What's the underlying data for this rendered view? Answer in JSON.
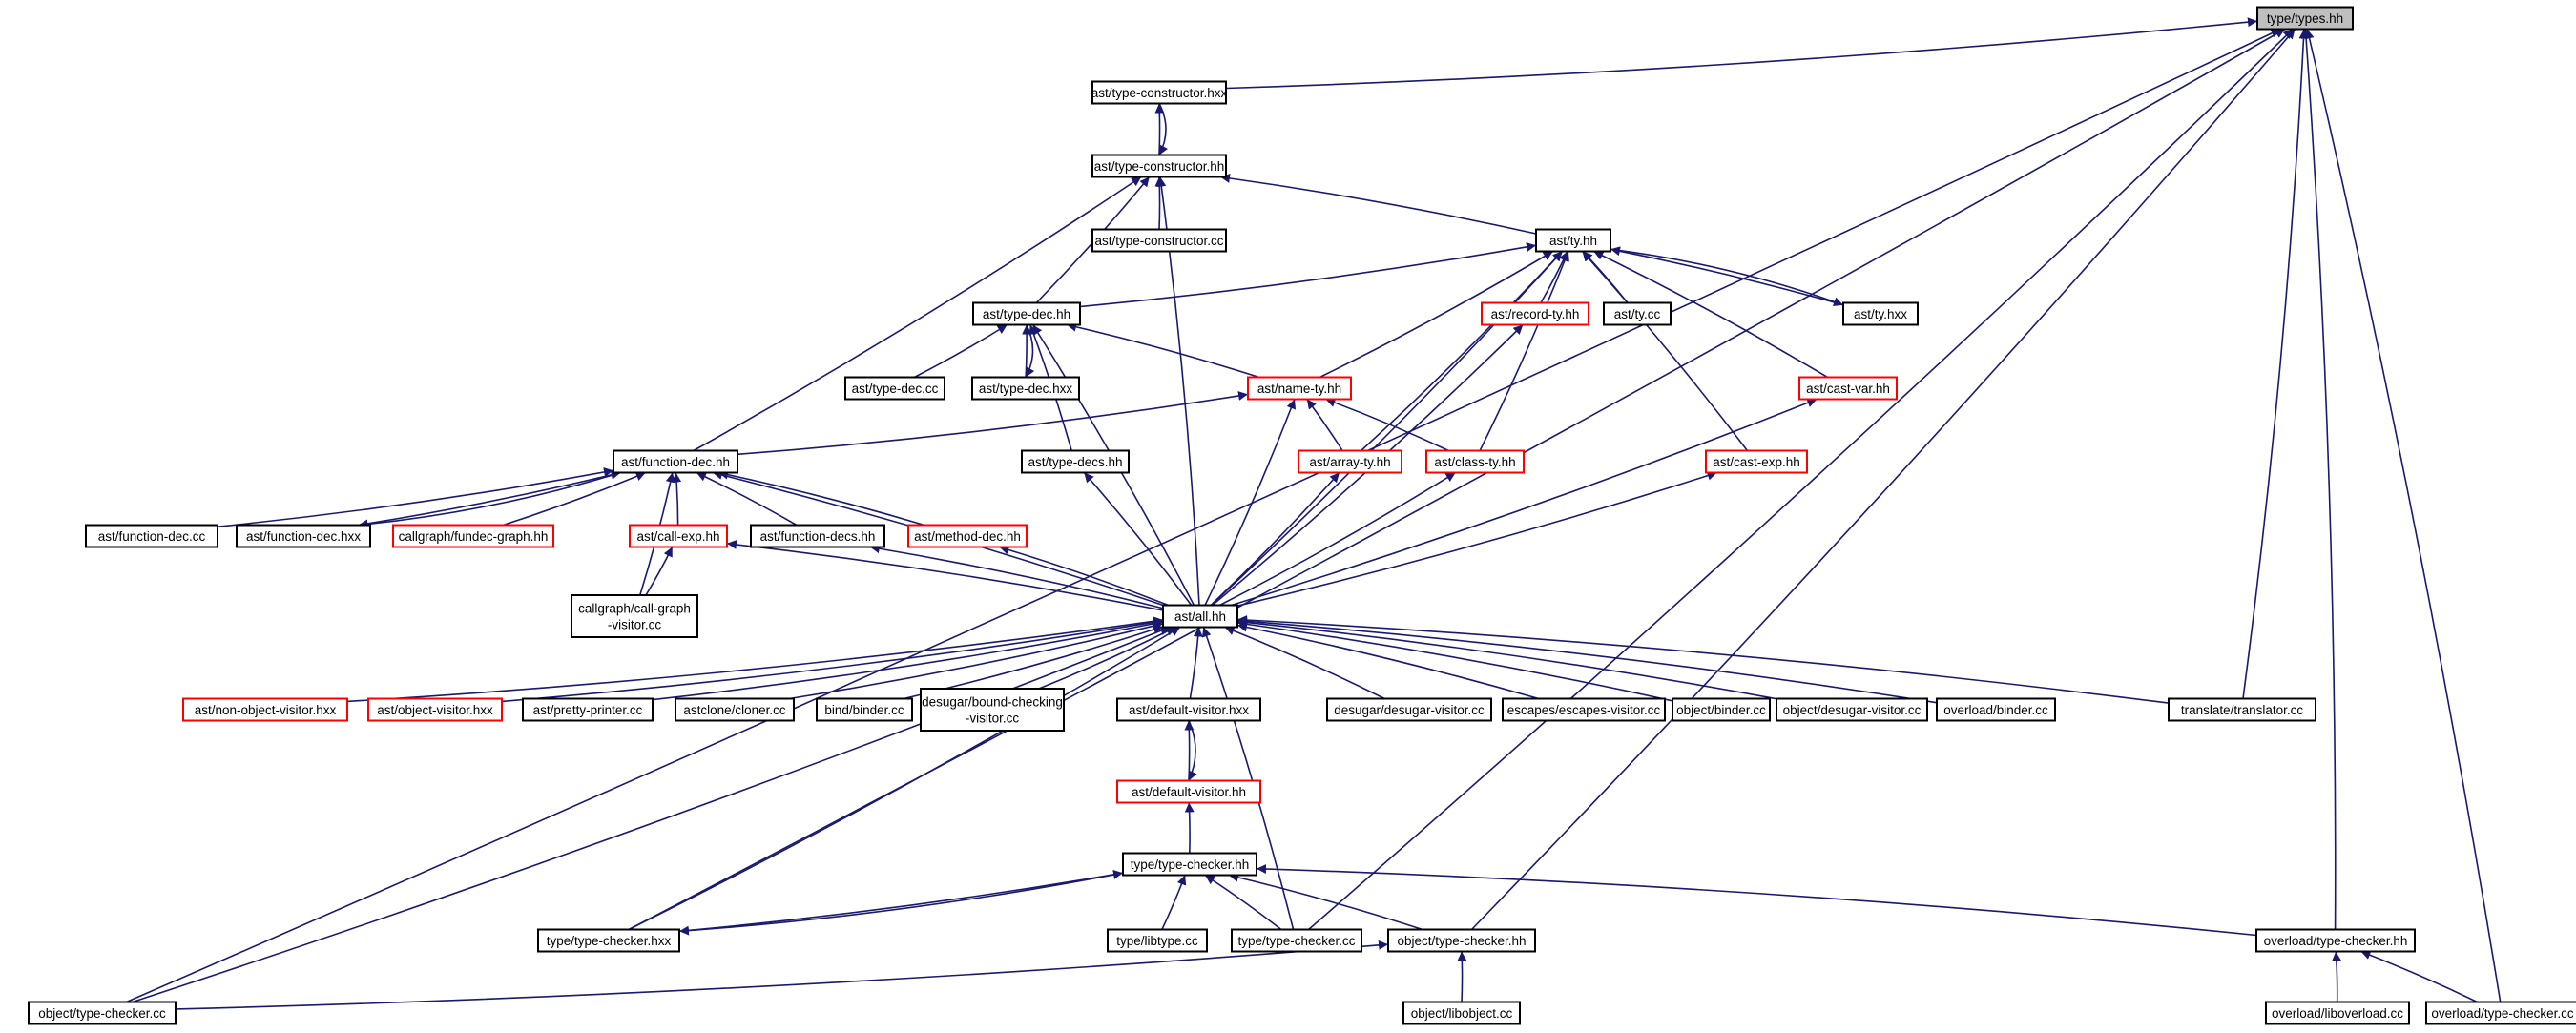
{
  "colors": {
    "edge": "#191970",
    "node_border": "#000000",
    "incomplete_border": "#ff0000",
    "root_fill": "#bfbfbf"
  },
  "nodes": [
    {
      "id": "types_hh",
      "label": "type/types.hh",
      "style": "root"
    },
    {
      "id": "tc_hxx",
      "label": "ast/type-constructor.hxx",
      "style": "normal"
    },
    {
      "id": "tc_hh",
      "label": "ast/type-constructor.hh",
      "style": "normal"
    },
    {
      "id": "tc_cc",
      "label": "ast/type-constructor.cc",
      "style": "normal"
    },
    {
      "id": "ty_hh",
      "label": "ast/ty.hh",
      "style": "normal"
    },
    {
      "id": "typedec_hh",
      "label": "ast/type-dec.hh",
      "style": "normal"
    },
    {
      "id": "recordty_hh",
      "label": "ast/record-ty.hh",
      "style": "red"
    },
    {
      "id": "ty_cc",
      "label": "ast/ty.cc",
      "style": "normal"
    },
    {
      "id": "ty_hxx",
      "label": "ast/ty.hxx",
      "style": "normal"
    },
    {
      "id": "typedec_cc",
      "label": "ast/type-dec.cc",
      "style": "normal"
    },
    {
      "id": "typedec_hxx",
      "label": "ast/type-dec.hxx",
      "style": "normal"
    },
    {
      "id": "namety_hh",
      "label": "ast/name-ty.hh",
      "style": "red"
    },
    {
      "id": "castvar_hh",
      "label": "ast/cast-var.hh",
      "style": "red"
    },
    {
      "id": "fundec_hh",
      "label": "ast/function-dec.hh",
      "style": "normal"
    },
    {
      "id": "typedecs_hh",
      "label": "ast/type-decs.hh",
      "style": "normal"
    },
    {
      "id": "arrayty_hh",
      "label": "ast/array-ty.hh",
      "style": "red"
    },
    {
      "id": "classty_hh",
      "label": "ast/class-ty.hh",
      "style": "red"
    },
    {
      "id": "castexp_hh",
      "label": "ast/cast-exp.hh",
      "style": "red"
    },
    {
      "id": "fundec_cc",
      "label": "ast/function-dec.cc",
      "style": "normal"
    },
    {
      "id": "fundec_hxx",
      "label": "ast/function-dec.hxx",
      "style": "normal"
    },
    {
      "id": "fundecgraph_hh",
      "label": "callgraph/fundec-graph.hh",
      "style": "red"
    },
    {
      "id": "callexp_hh",
      "label": "ast/call-exp.hh",
      "style": "red"
    },
    {
      "id": "fundecs_hh",
      "label": "ast/function-decs.hh",
      "style": "normal"
    },
    {
      "id": "methoddec_hh",
      "label": "ast/method-dec.hh",
      "style": "red"
    },
    {
      "id": "cgvisitor_cc",
      "label": "callgraph/call-graph\n-visitor.cc",
      "style": "normal"
    },
    {
      "id": "all_hh",
      "label": "ast/all.hh",
      "style": "normal"
    },
    {
      "id": "nonobjvis_hxx",
      "label": "ast/non-object-visitor.hxx",
      "style": "red"
    },
    {
      "id": "objvis_hxx",
      "label": "ast/object-visitor.hxx",
      "style": "red"
    },
    {
      "id": "pretty_cc",
      "label": "ast/pretty-printer.cc",
      "style": "normal"
    },
    {
      "id": "cloner_cc",
      "label": "astclone/cloner.cc",
      "style": "normal"
    },
    {
      "id": "bindbinder_cc",
      "label": "bind/binder.cc",
      "style": "normal"
    },
    {
      "id": "boundcheck_cc",
      "label": "desugar/bound-checking\n-visitor.cc",
      "style": "normal"
    },
    {
      "id": "defvis_hxx",
      "label": "ast/default-visitor.hxx",
      "style": "normal"
    },
    {
      "id": "desugarvis_cc",
      "label": "desugar/desugar-visitor.cc",
      "style": "normal"
    },
    {
      "id": "escapes_cc",
      "label": "escapes/escapes-visitor.cc",
      "style": "normal"
    },
    {
      "id": "objbinder_cc",
      "label": "object/binder.cc",
      "style": "normal"
    },
    {
      "id": "objdesugar_cc",
      "label": "object/desugar-visitor.cc",
      "style": "normal"
    },
    {
      "id": "ovbinder_cc",
      "label": "overload/binder.cc",
      "style": "normal"
    },
    {
      "id": "translator_cc",
      "label": "translate/translator.cc",
      "style": "normal"
    },
    {
      "id": "defvis_hh",
      "label": "ast/default-visitor.hh",
      "style": "red"
    },
    {
      "id": "ttc_hh",
      "label": "type/type-checker.hh",
      "style": "normal"
    },
    {
      "id": "ttc_hxx",
      "label": "type/type-checker.hxx",
      "style": "normal"
    },
    {
      "id": "libtype_cc",
      "label": "type/libtype.cc",
      "style": "normal"
    },
    {
      "id": "ttc_cc",
      "label": "type/type-checker.cc",
      "style": "normal"
    },
    {
      "id": "otc_hh",
      "label": "object/type-checker.hh",
      "style": "normal"
    },
    {
      "id": "ovtc_hh",
      "label": "overload/type-checker.hh",
      "style": "normal"
    },
    {
      "id": "otc_cc",
      "label": "object/type-checker.cc",
      "style": "normal"
    },
    {
      "id": "libobject_cc",
      "label": "object/libobject.cc",
      "style": "normal"
    },
    {
      "id": "liboverload_cc",
      "label": "overload/liboverload.cc",
      "style": "normal"
    },
    {
      "id": "ovtc_cc",
      "label": "overload/type-checker.cc",
      "style": "normal"
    }
  ],
  "edges": [
    [
      "tc_hxx",
      "types_hh"
    ],
    [
      "ttc_hxx",
      "types_hh"
    ],
    [
      "otc_cc",
      "types_hh"
    ],
    [
      "translator_cc",
      "types_hh"
    ],
    [
      "ttc_cc",
      "types_hh"
    ],
    [
      "otc_hh",
      "types_hh"
    ],
    [
      "ovtc_hh",
      "types_hh"
    ],
    [
      "ovtc_cc",
      "types_hh"
    ],
    [
      "tc_hh",
      "tc_hxx"
    ],
    [
      "tc_hxx",
      "tc_hh"
    ],
    [
      "tc_cc",
      "tc_hh"
    ],
    [
      "ty_hh",
      "tc_hh"
    ],
    [
      "typedec_hh",
      "tc_hh"
    ],
    [
      "fundec_hh",
      "tc_hh"
    ],
    [
      "all_hh",
      "tc_hh"
    ],
    [
      "typedec_hh",
      "ty_hh"
    ],
    [
      "recordty_hh",
      "ty_hh"
    ],
    [
      "ty_cc",
      "ty_hh"
    ],
    [
      "ty_hxx",
      "ty_hh"
    ],
    [
      "ty_hh",
      "ty_hxx"
    ],
    [
      "namety_hh",
      "ty_hh"
    ],
    [
      "arrayty_hh",
      "ty_hh"
    ],
    [
      "classty_hh",
      "ty_hh"
    ],
    [
      "castvar_hh",
      "ty_hh"
    ],
    [
      "castexp_hh",
      "ty_hh"
    ],
    [
      "all_hh",
      "ty_hh"
    ],
    [
      "typedec_cc",
      "typedec_hh"
    ],
    [
      "typedec_hxx",
      "typedec_hh"
    ],
    [
      "typedec_hh",
      "typedec_hxx"
    ],
    [
      "namety_hh",
      "typedec_hh"
    ],
    [
      "typedecs_hh",
      "typedec_hh"
    ],
    [
      "all_hh",
      "typedec_hh"
    ],
    [
      "fundec_hh",
      "namety_hh"
    ],
    [
      "arrayty_hh",
      "namety_hh"
    ],
    [
      "classty_hh",
      "namety_hh"
    ],
    [
      "all_hh",
      "namety_hh"
    ],
    [
      "fundec_cc",
      "fundec_hh"
    ],
    [
      "fundec_hxx",
      "fundec_hh"
    ],
    [
      "fundec_hh",
      "fundec_hxx"
    ],
    [
      "fundecgraph_hh",
      "fundec_hh"
    ],
    [
      "callexp_hh",
      "fundec_hh"
    ],
    [
      "fundecs_hh",
      "fundec_hh"
    ],
    [
      "methoddec_hh",
      "fundec_hh"
    ],
    [
      "cgvisitor_cc",
      "fundec_hh"
    ],
    [
      "all_hh",
      "fundec_hh"
    ],
    [
      "all_hh",
      "typedecs_hh"
    ],
    [
      "all_hh",
      "arrayty_hh"
    ],
    [
      "all_hh",
      "classty_hh"
    ],
    [
      "all_hh",
      "recordty_hh"
    ],
    [
      "all_hh",
      "castexp_hh"
    ],
    [
      "all_hh",
      "castvar_hh"
    ],
    [
      "cgvisitor_cc",
      "callexp_hh"
    ],
    [
      "all_hh",
      "callexp_hh"
    ],
    [
      "all_hh",
      "fundecs_hh"
    ],
    [
      "all_hh",
      "methoddec_hh"
    ],
    [
      "nonobjvis_hxx",
      "all_hh"
    ],
    [
      "objvis_hxx",
      "all_hh"
    ],
    [
      "pretty_cc",
      "all_hh"
    ],
    [
      "cloner_cc",
      "all_hh"
    ],
    [
      "bindbinder_cc",
      "all_hh"
    ],
    [
      "boundcheck_cc",
      "all_hh"
    ],
    [
      "defvis_hxx",
      "all_hh"
    ],
    [
      "desugarvis_cc",
      "all_hh"
    ],
    [
      "escapes_cc",
      "all_hh"
    ],
    [
      "objbinder_cc",
      "all_hh"
    ],
    [
      "objdesugar_cc",
      "all_hh"
    ],
    [
      "ovbinder_cc",
      "all_hh"
    ],
    [
      "translator_cc",
      "all_hh"
    ],
    [
      "ttc_hxx",
      "all_hh"
    ],
    [
      "ttc_cc",
      "all_hh"
    ],
    [
      "otc_cc",
      "all_hh"
    ],
    [
      "defvis_hh",
      "defvis_hxx"
    ],
    [
      "defvis_hxx",
      "defvis_hh"
    ],
    [
      "ttc_hh",
      "defvis_hh"
    ],
    [
      "ttc_hxx",
      "ttc_hh"
    ],
    [
      "ttc_hh",
      "ttc_hxx"
    ],
    [
      "libtype_cc",
      "ttc_hh"
    ],
    [
      "ttc_cc",
      "ttc_hh"
    ],
    [
      "otc_hh",
      "ttc_hh"
    ],
    [
      "ovtc_hh",
      "ttc_hh"
    ],
    [
      "otc_cc",
      "otc_hh"
    ],
    [
      "libobject_cc",
      "otc_hh"
    ],
    [
      "liboverload_cc",
      "ovtc_hh"
    ],
    [
      "ovtc_cc",
      "ovtc_hh"
    ]
  ]
}
